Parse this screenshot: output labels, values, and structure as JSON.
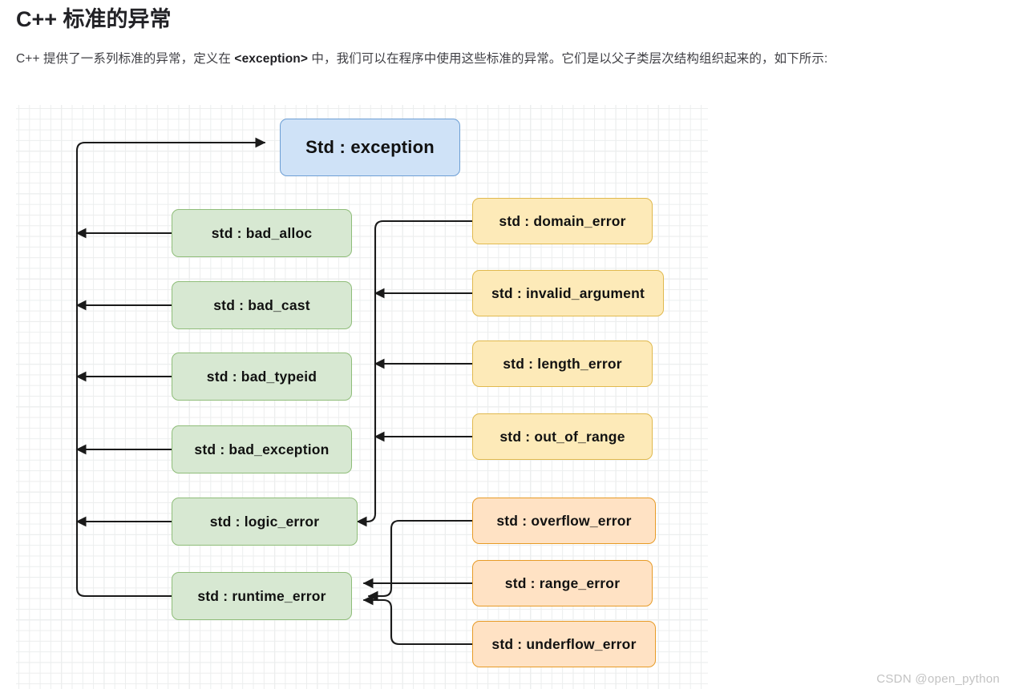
{
  "article": {
    "title": "C++ 标准的异常",
    "intro_before": "C++ 提供了一系列标准的异常，定义在 ",
    "intro_code": "<exception>",
    "intro_after": " 中，我们可以在程序中使用这些标准的异常。它们是以父子类层次结构组织起来的，如下所示:"
  },
  "watermark": "CSDN @open_python",
  "diagram": {
    "type": "class-hierarchy",
    "colors": {
      "root_fill": "#cfe2f7",
      "root_stroke": "#6c9ed4",
      "green_fill": "#d7e8d2",
      "green_stroke": "#8fbd79",
      "yellow_fill": "#fdeab8",
      "yellow_stroke": "#e0b94e",
      "orange_fill": "#ffe2c4",
      "orange_stroke": "#e79b27",
      "edge_stroke": "#1a1a1a",
      "grid_minor": "#eceeee",
      "grid_major": "#dfe1e2"
    },
    "root": {
      "label": "Std : exception",
      "color": "blue"
    },
    "children": [
      {
        "label": "std : bad_alloc",
        "color": "green",
        "parent": "Std : exception"
      },
      {
        "label": "std : bad_cast",
        "color": "green",
        "parent": "Std : exception"
      },
      {
        "label": "std : bad_typeid",
        "color": "green",
        "parent": "Std : exception"
      },
      {
        "label": "std : bad_exception",
        "color": "green",
        "parent": "Std : exception"
      },
      {
        "label": "std : logic_error",
        "color": "green",
        "parent": "Std : exception"
      },
      {
        "label": "std : runtime_error",
        "color": "green",
        "parent": "Std : exception"
      }
    ],
    "grandchildren": [
      {
        "label": "std : domain_error",
        "color": "yellow",
        "parent": "std : logic_error"
      },
      {
        "label": "std : invalid_argument",
        "color": "yellow",
        "parent": "std : logic_error"
      },
      {
        "label": "std : length_error",
        "color": "yellow",
        "parent": "std : logic_error"
      },
      {
        "label": "std : out_of_range",
        "color": "yellow",
        "parent": "std : logic_error"
      },
      {
        "label": "std : overflow_error",
        "color": "orange",
        "parent": "std : runtime_error"
      },
      {
        "label": "std : range_error",
        "color": "orange",
        "parent": "std : runtime_error"
      },
      {
        "label": "std : underflow_error",
        "color": "orange",
        "parent": "std : runtime_error"
      }
    ]
  }
}
